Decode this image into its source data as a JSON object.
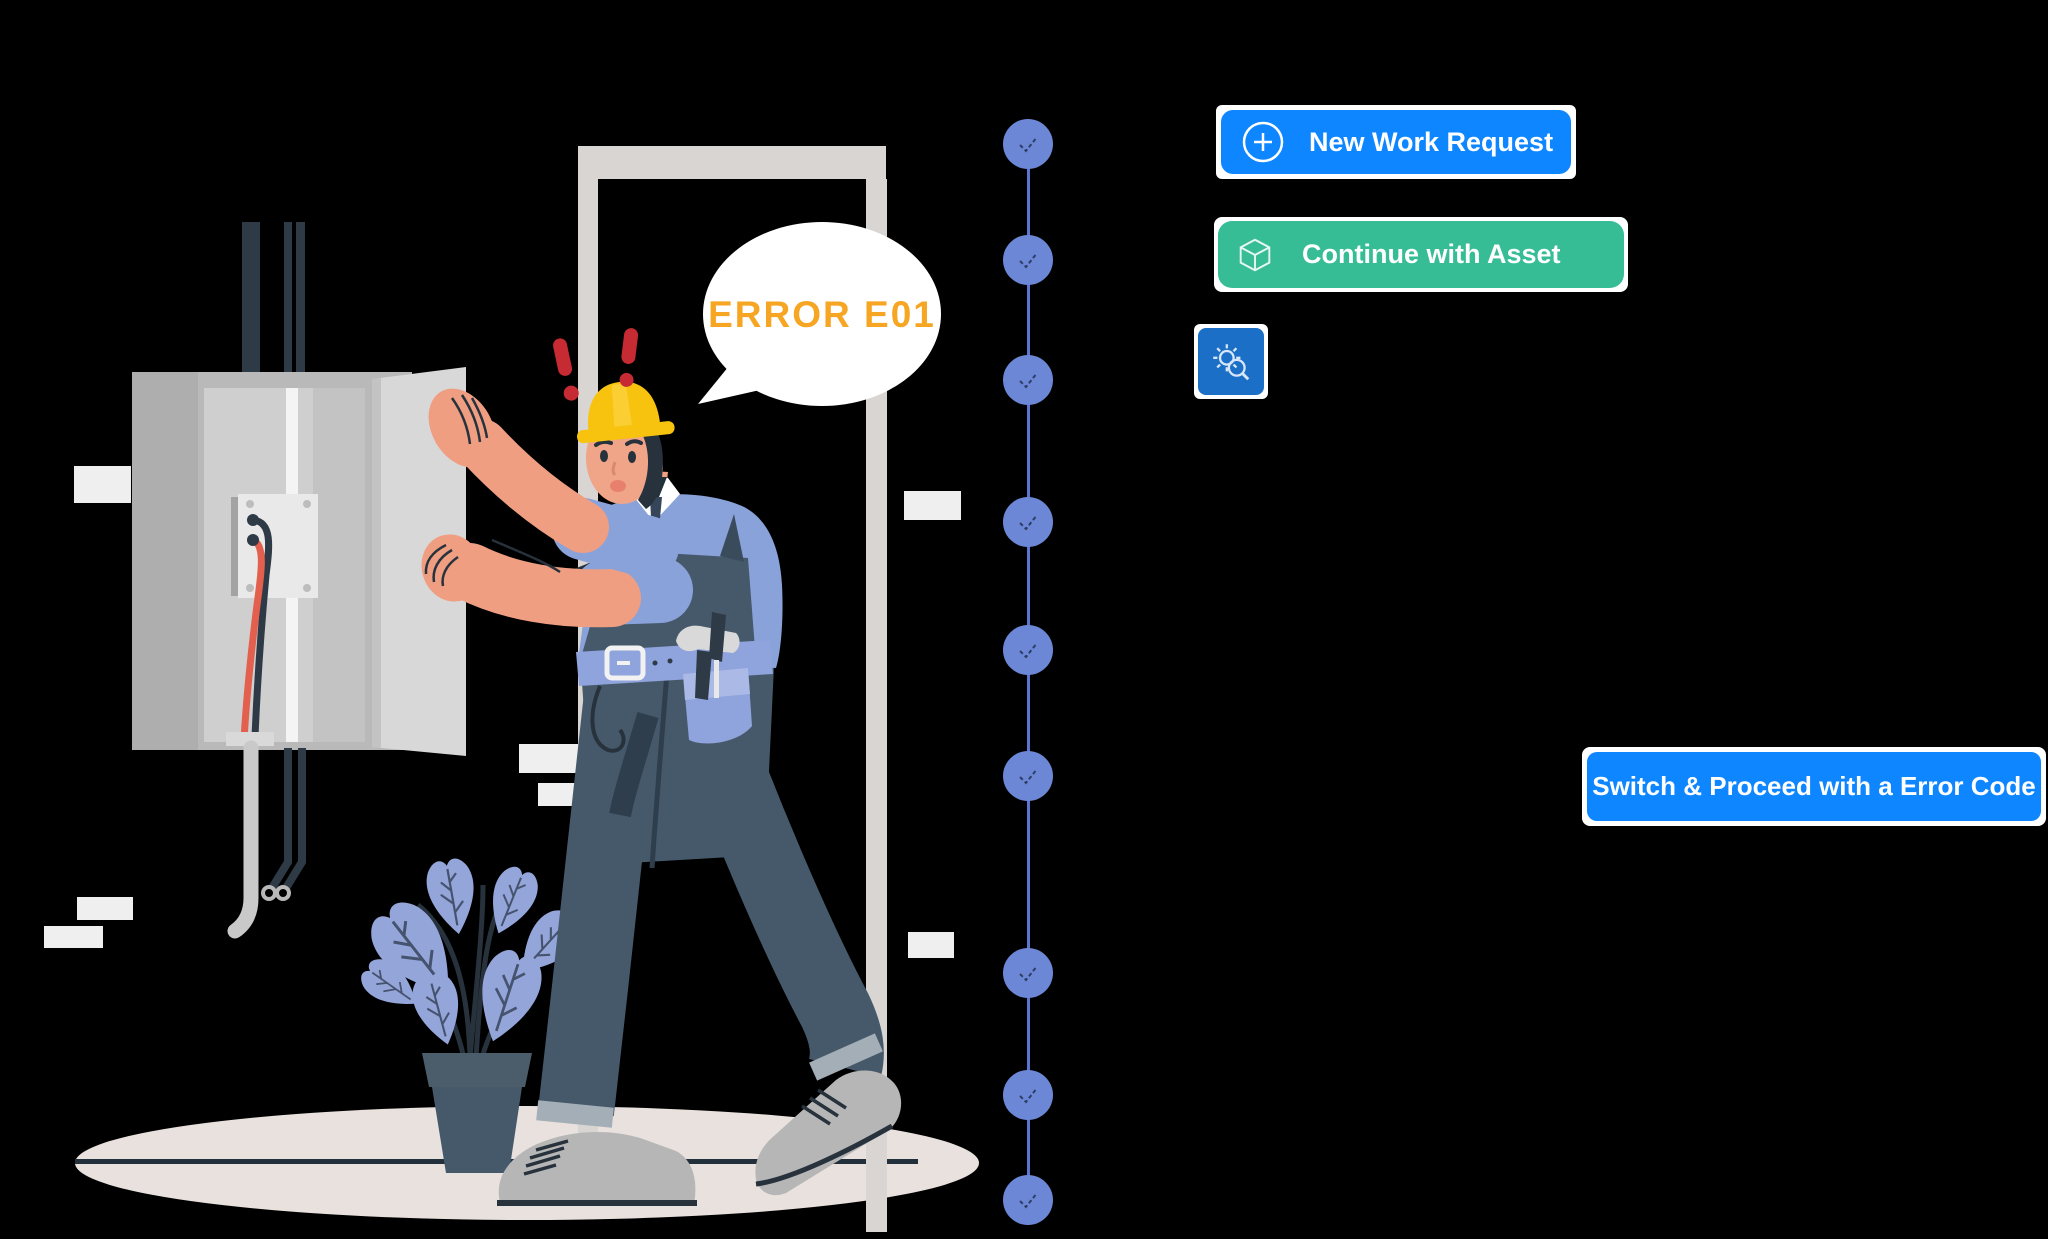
{
  "speech_bubble": {
    "text": "ERROR E01",
    "text_color": "#F6A623"
  },
  "timeline": {
    "steps": 9,
    "node_icon": "check",
    "node_color": "#6D87D7",
    "connector_color": "#5B76D1"
  },
  "buttons": {
    "new_work_request": {
      "label": "New Work Request",
      "icon": "plus-circle",
      "bg": "#0D86FF"
    },
    "continue_with_asset": {
      "label": "Continue with Asset",
      "icon": "cube",
      "bg": "#36BD96"
    },
    "asset_settings": {
      "icon": "gear-search",
      "bg": "#1C6FC6"
    },
    "switch_error_code": {
      "label": "Switch & Proceed with a Error Code",
      "bg": "#0D86FF"
    }
  },
  "illustration": {
    "description": "Electrician in yellow hard hat opening a wall electrical panel, red exclamation marks, potted plant, door frame",
    "colors": {
      "skin": "#EF9E82",
      "hat": "#F7C30E",
      "overalls": "#46596B",
      "shirt": "#8AA2DA",
      "belt": "#8FA3DC",
      "leaf": "#94A5DA",
      "pot": "#4B5D6B",
      "wire_red": "#E2604D",
      "wire_dark": "#2E3A46",
      "panel": "#B9B9B9",
      "door": "#D8D8D8",
      "frame": "#D8D5D2",
      "floor": "#E8E1DE",
      "alert_red": "#C62B33"
    }
  }
}
